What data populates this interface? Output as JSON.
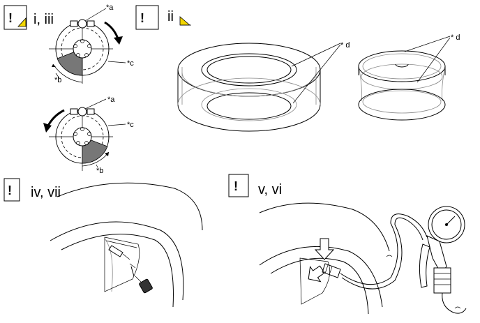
{
  "panels": {
    "top_left": {
      "warning": "!",
      "step": "i, iii"
    },
    "top_right": {
      "warning": "!",
      "step": "ii"
    },
    "bottom_left": {
      "warning": "!",
      "step": "iv, vii"
    },
    "bottom_right": {
      "warning": "!",
      "step": "v, vi"
    }
  },
  "callouts": {
    "a": "*a",
    "b": "*b",
    "c": "*c",
    "d": "* d"
  },
  "colors": {
    "caution_yellow": "#f2d600",
    "shade_gray": "#777777"
  },
  "icons": [
    "warning-box-icon",
    "caution-triangle-icon",
    "rotation-arrow-icon",
    "push-arrow-icon"
  ]
}
